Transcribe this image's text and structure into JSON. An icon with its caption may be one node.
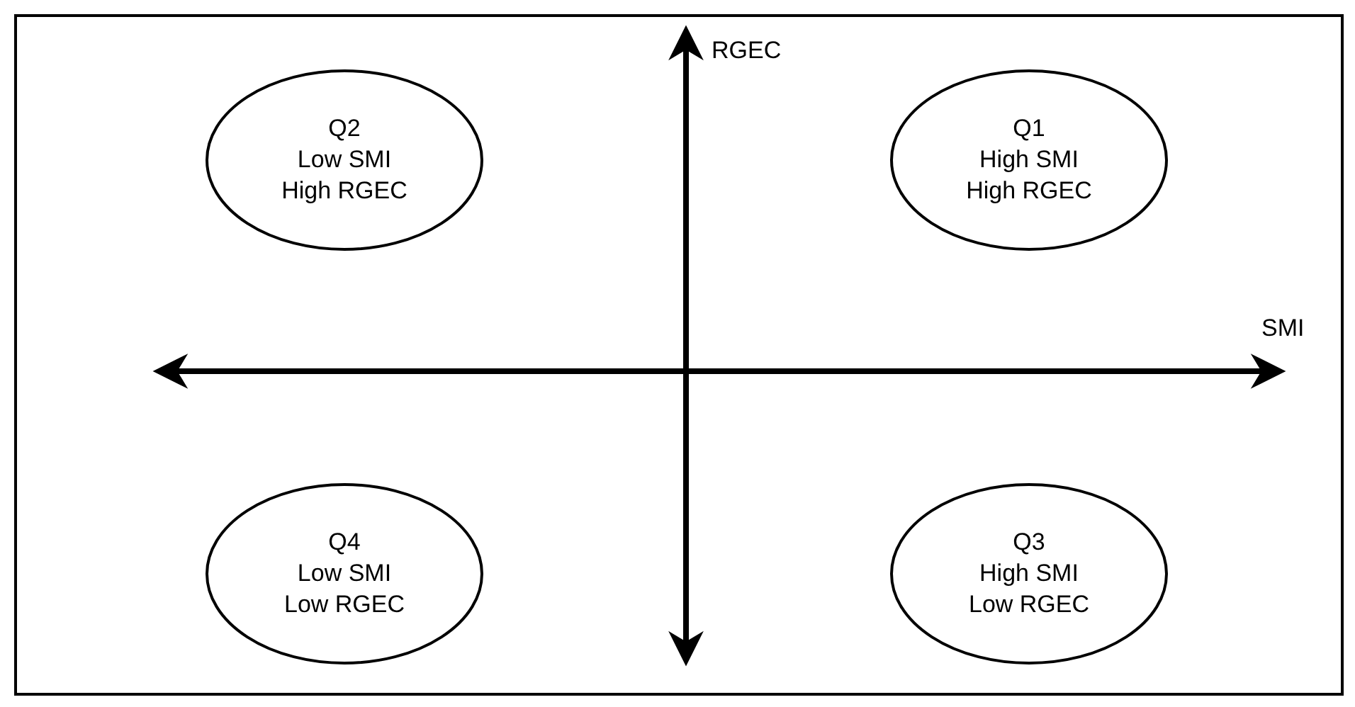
{
  "diagram": {
    "nodes": [
      {
        "text": [
          "Q2",
          "Low SMI",
          "High RGEC"
        ]
      },
      {
        "text": [
          "Q1",
          "High SMI",
          "High RGEC"
        ]
      },
      {
        "text": [
          "Q4",
          "Low SMI",
          "Low RGEC"
        ]
      },
      {
        "text": [
          "Q3",
          "High SMI",
          "Low RGEC"
        ]
      }
    ],
    "labels": [
      "RGEC",
      "SMI"
    ]
  }
}
